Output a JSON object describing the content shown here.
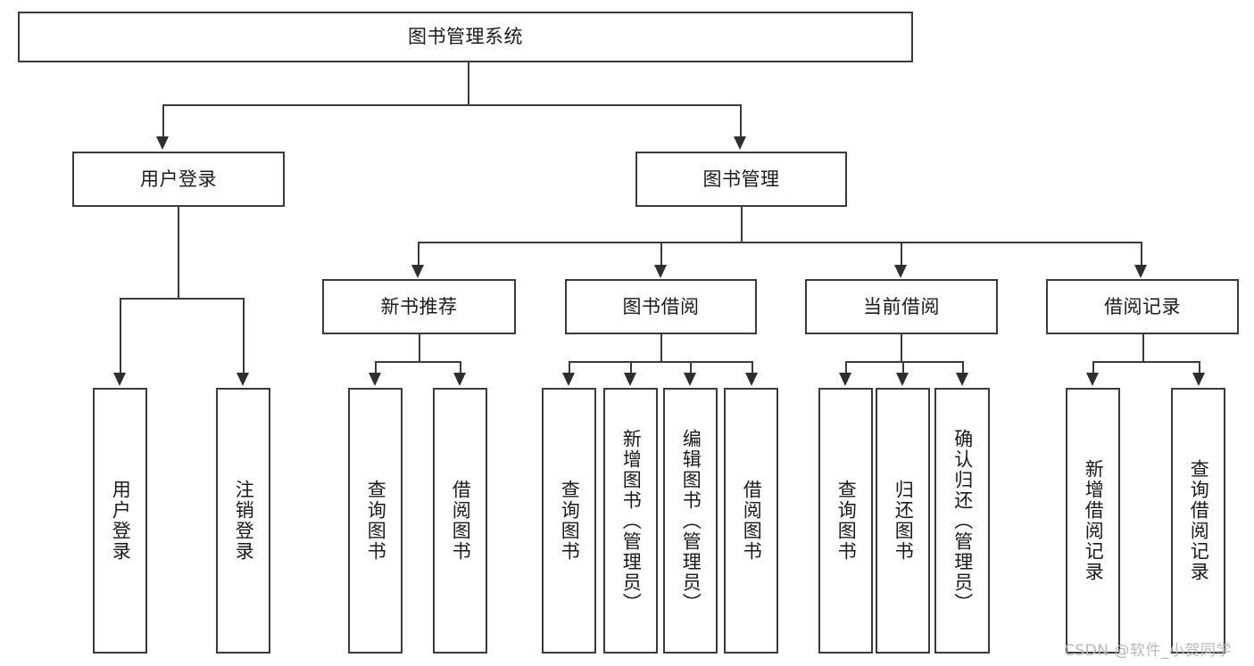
{
  "diagram": {
    "title": "图书管理系统",
    "type": "tree",
    "root": {
      "label": "图书管理系统"
    },
    "level2": [
      {
        "label": "用户登录"
      },
      {
        "label": "图书管理"
      }
    ],
    "level3": [
      {
        "label": "新书推荐"
      },
      {
        "label": "图书借阅"
      },
      {
        "label": "当前借阅"
      },
      {
        "label": "借阅记录"
      }
    ],
    "leaves": {
      "user_login": [
        {
          "label": "用户登录"
        },
        {
          "label": "注销登录"
        }
      ],
      "new_book_recommend": [
        {
          "label": "查询图书"
        },
        {
          "label": "借阅图书"
        }
      ],
      "book_borrow": [
        {
          "label": "查询图书"
        },
        {
          "label": "新增图书（管理员）"
        },
        {
          "label": "编辑图书（管理员）"
        },
        {
          "label": "借阅图书"
        }
      ],
      "current_borrow": [
        {
          "label": "查询图书"
        },
        {
          "label": "归还图书"
        },
        {
          "label": "确认归还（管理员）"
        }
      ],
      "borrow_record": [
        {
          "label": "新增借阅记录"
        },
        {
          "label": "查询借阅记录"
        }
      ]
    }
  },
  "watermark": {
    "text": "CSDN @软件_小贺同学"
  },
  "colors": {
    "stroke": "#3a3a3a",
    "background": "#ffffff",
    "text": "#1a1a1a",
    "watermark": "#b9b9b9"
  }
}
